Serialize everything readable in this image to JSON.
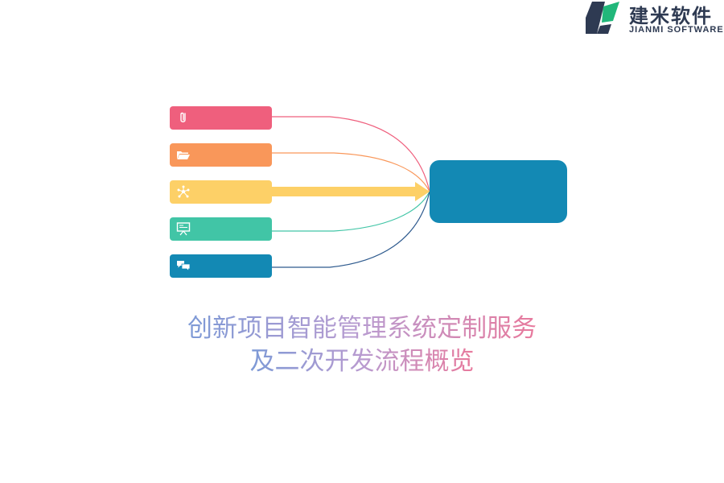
{
  "logo": {
    "name_cn": "建米软件",
    "name_en": "JIANMI SOFTWARE",
    "colors": {
      "dark": "#2e3a52",
      "green": "#21b77a"
    }
  },
  "diagram": {
    "items": [
      {
        "icon": "paperclip-icon",
        "color": "#ef5f7d"
      },
      {
        "icon": "folder-icon",
        "color": "#f9975a"
      },
      {
        "icon": "network-icon",
        "color": "#fdd067"
      },
      {
        "icon": "presentation-icon",
        "color": "#41c5a6"
      },
      {
        "icon": "chat-icon",
        "color": "#1389b4"
      }
    ],
    "highlighted_item": 2,
    "hub_color": "#1389b4"
  },
  "title": {
    "line1": "创新项目智能管理系统定制服务",
    "line2": "及二次开发流程概览"
  }
}
